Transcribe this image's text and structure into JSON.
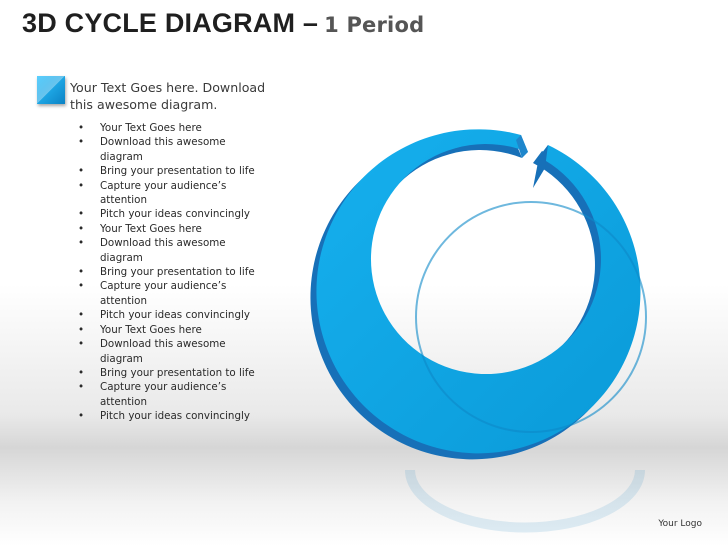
{
  "title": {
    "main": "3D CYCLE DIAGRAM –",
    "sub": "1 Period"
  },
  "intro_text": "Your Text Goes here. Download this awesome diagram.",
  "bullet_marker": "•",
  "bullets": [
    "Your Text Goes here",
    "Download this awesome diagram",
    "Bring your presentation to life",
    "Capture your audience’s attention",
    "Pitch your ideas convincingly",
    "Your Text Goes here",
    "Download this awesome diagram",
    "Bring your presentation to life",
    "Capture your audience’s attention",
    "Pitch your ideas convincingly",
    "Your Text Goes here",
    "Download this awesome diagram",
    "Bring your presentation to life",
    "Capture your audience’s attention",
    "Pitch your ideas convincingly"
  ],
  "logo_text": "Your Logo",
  "colors": {
    "ring_face": "#0ea7e6",
    "ring_side": "#1770b8",
    "icon": "#1fa8e6"
  }
}
